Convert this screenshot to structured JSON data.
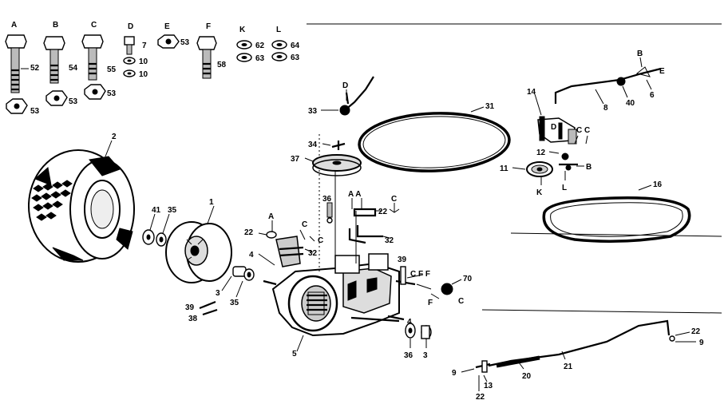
{
  "hardware_row": {
    "letters": [
      "A",
      "B",
      "C",
      "D",
      "E",
      "F",
      "K",
      "L"
    ],
    "numbers": [
      "52",
      "53",
      "54",
      "53",
      "55",
      "53",
      "7",
      "10",
      "10",
      "53",
      "58",
      "62",
      "63",
      "64",
      "63"
    ]
  },
  "parts": {
    "tire": "2",
    "wheel": "1",
    "washer_41": "41",
    "washer_35": "35",
    "axle_key_4": "4",
    "spacer_3": "3",
    "washer_35b": "35",
    "pin_39": "39",
    "pin_38": "38",
    "transaxle": "5",
    "pulley_33": "33",
    "letter_d_top": "D",
    "part_34": "34",
    "pulley_37": "37",
    "part_36_top": "36",
    "belt_31": "31",
    "letters_aa": "A A",
    "num_22_mid": "22",
    "letters_c_mid": "C",
    "num_32_mid": "32",
    "letter_a_left": "A",
    "num_22_left": "22",
    "letter_c_left": "C",
    "letter_c_left2": "C",
    "num_32_left": "32",
    "num_39_right": "39",
    "letters_cf": "C F F",
    "num_70": "70",
    "letter_c_70": "C",
    "num_4_right": "4",
    "num_36_right": "36",
    "num_3_right": "3",
    "num_14": "14",
    "letters_bb": "B",
    "letter_e_rod": "E",
    "num_8": "8",
    "num_40": "40",
    "num_6": "6",
    "letters_cc": "C C",
    "letter_d_bracket": "D",
    "num_12": "12",
    "letter_b_bracket": "B",
    "num_11": "11",
    "letter_k": "K",
    "letter_l": "L",
    "belt_16": "16",
    "num_9_left": "9",
    "num_13": "13",
    "num_22_bottom": "22",
    "num_20": "20",
    "num_21": "21",
    "num_22_rod": "22",
    "num_9_rod": "9"
  },
  "icons": [
    "bolt-icon",
    "nut-icon",
    "washer-icon",
    "tire-icon",
    "wheel-hub-icon",
    "transaxle-icon",
    "pulley-icon",
    "belt-icon",
    "shift-rod-icon"
  ]
}
